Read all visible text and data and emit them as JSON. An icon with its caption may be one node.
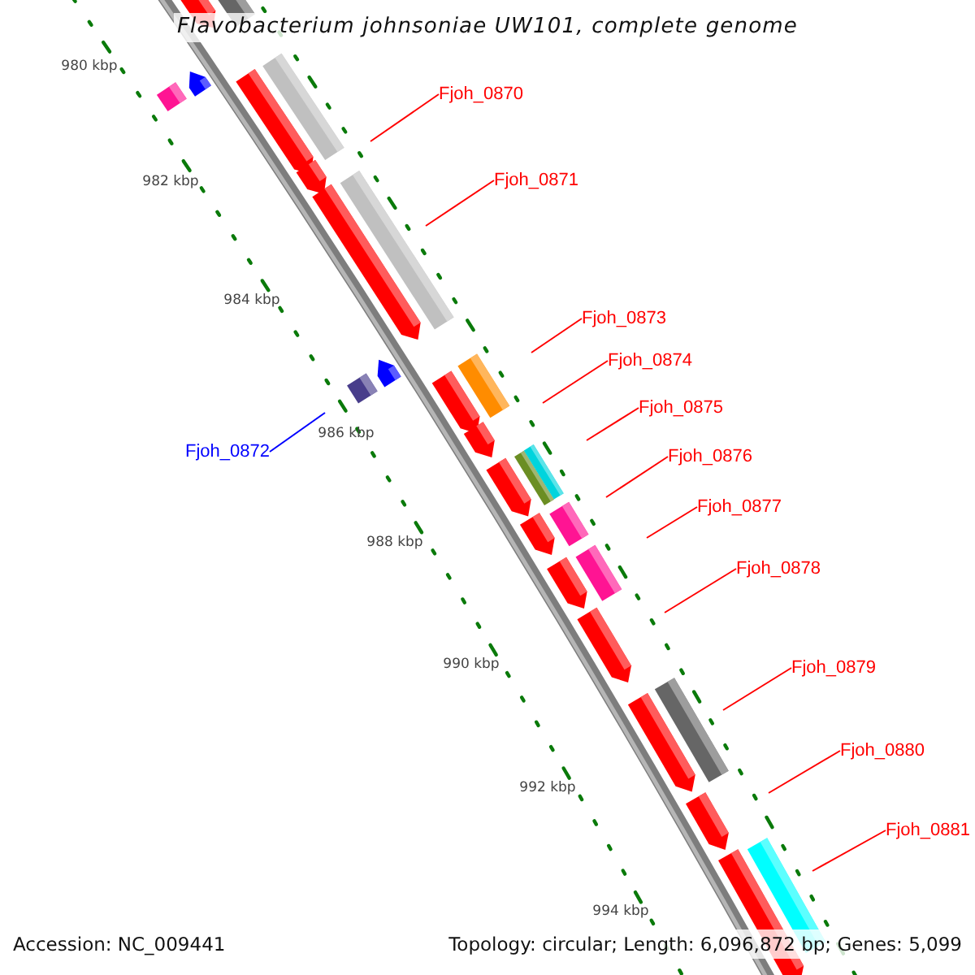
{
  "diagram": {
    "title": "Flavobacterium johnsoniae UW101, complete genome",
    "nodes": [
      {
        "text": [
          "Fjoh_0870"
        ]
      },
      {
        "text": [
          "Fjoh_0871"
        ]
      },
      {
        "text": [
          "Fjoh_0872"
        ]
      },
      {
        "text": [
          "Fjoh_0873"
        ]
      },
      {
        "text": [
          "Fjoh_0874"
        ]
      },
      {
        "text": [
          "Fjoh_0875"
        ]
      },
      {
        "text": [
          "Fjoh_0876"
        ]
      },
      {
        "text": [
          "Fjoh_0877"
        ]
      },
      {
        "text": [
          "Fjoh_0878"
        ]
      },
      {
        "text": [
          "Fjoh_0879"
        ]
      },
      {
        "text": [
          "Fjoh_0880"
        ]
      },
      {
        "text": [
          "Fjoh_0881"
        ]
      }
    ],
    "edges": [
      {
        "from": 0,
        "to": null,
        "arrow": "none"
      },
      {
        "from": 1,
        "to": null,
        "arrow": "none"
      },
      {
        "from": 2,
        "to": null,
        "arrow": "none",
        "color": "#0000ff"
      },
      {
        "from": 3,
        "to": null,
        "arrow": "none"
      },
      {
        "from": 4,
        "to": null,
        "arrow": "none"
      },
      {
        "from": 5,
        "to": null,
        "arrow": "none"
      },
      {
        "from": 6,
        "to": null,
        "arrow": "none"
      },
      {
        "from": 7,
        "to": null,
        "arrow": "none"
      },
      {
        "from": 8,
        "to": null,
        "arrow": "none"
      },
      {
        "from": 9,
        "to": null,
        "arrow": "none"
      },
      {
        "from": 10,
        "to": null,
        "arrow": "none"
      },
      {
        "from": 11,
        "to": null,
        "arrow": "none"
      }
    ],
    "labels": [
      "980 kbp",
      "982 kbp",
      "984 kbp",
      "986 kbp",
      "988 kbp",
      "990 kbp",
      "992 kbp",
      "994 kbp",
      "Accession: NC_009441",
      "Topology: circular; Length: 6,096,872 bp; Genes: 5,099"
    ]
  }
}
